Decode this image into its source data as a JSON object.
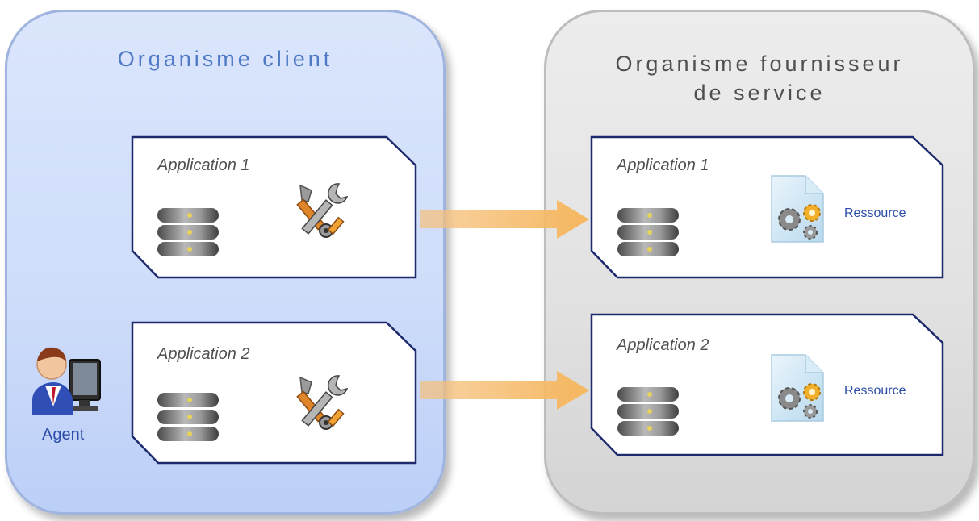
{
  "client": {
    "title": "Organisme client",
    "applications": [
      {
        "label": "Application 1"
      },
      {
        "label": "Application 2"
      }
    ],
    "agent_label": "Agent"
  },
  "provider": {
    "title": "Organisme fournisseur\nde service",
    "applications": [
      {
        "label": "Application 1",
        "resource_label": "Ressource"
      },
      {
        "label": "Application 2",
        "resource_label": "Ressource"
      }
    ]
  },
  "icons": {
    "server": "server-icon",
    "tools": "wrench-screwdriver-icon",
    "resource": "document-gears-icon",
    "agent": "user-computer-icon",
    "arrow": "right-arrow-icon"
  },
  "colors": {
    "client_zone": "#cfddfa",
    "provider_zone": "#e2e2e2",
    "box_border": "#1e2a6e",
    "arrow": "#f7c27a",
    "client_title": "#4e79c4",
    "provider_title": "#4f4f4f",
    "label_blue": "#2c4da8"
  }
}
